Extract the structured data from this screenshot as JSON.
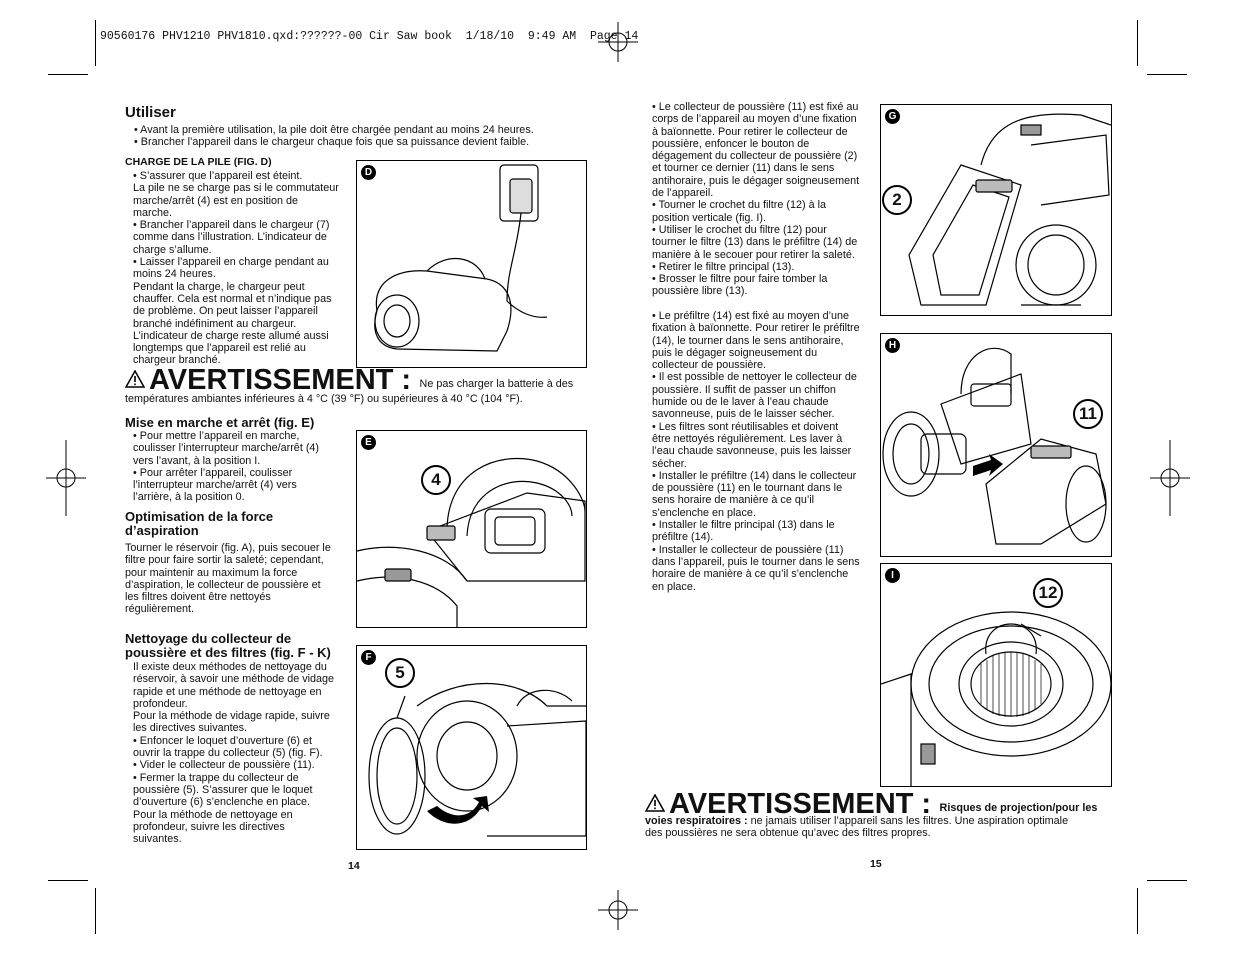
{
  "slug": "90560176 PHV1210 PHV1810.qxd:??????-00 Cir Saw book  1/18/10  9:49 AM  Page 14",
  "left": {
    "title": "Utiliser",
    "intro": [
      "• Avant la première utilisation, la pile doit être chargée pendant au moins 24 heures.",
      "• Brancher l’appareil dans le chargeur chaque fois que sa puissance devient faible."
    ],
    "charge_heading": "CHARGE DE LA PILE (FIG. D)",
    "charge": [
      "• S’assurer que l’appareil est éteint.",
      "La pile ne se charge pas si le commutateur",
      "marche/arrêt (4) est en position de",
      "marche.",
      "• Brancher l’appareil dans le chargeur (7)",
      "comme dans l’illustration. L’indicateur de",
      "charge s’allume.",
      "• Laisser l’appareil en charge pendant au",
      "moins 24 heures.",
      "Pendant la charge, le chargeur peut",
      "chauffer. Cela est normal et n’indique pas",
      "de problème. On peut laisser l’appareil",
      "branché indéfiniment au chargeur.",
      "L’indicateur de charge reste allumé aussi",
      "longtemps que l’appareil est relié au",
      "chargeur branché."
    ],
    "warning_word": "AVERTISSEMENT :",
    "warning_text_1": "Ne pas charger la batterie à des",
    "warning_text_2": "températures ambiantes inférieures à 4 °C (39 °F) ou supérieures à 40 °C (104 °F).",
    "onoff_heading": "Mise en marche et arrêt (fig. E)",
    "onoff": [
      "• Pour mettre l’appareil en marche,",
      "coulisser l’interrupteur marche/arrêt (4)",
      "vers l’avant, à la position I.",
      "• Pour arrêter l’appareil, coulisser",
      "l’interrupteur marche/arrêt (4) vers",
      "l’arrière, à la position 0."
    ],
    "optim_heading_1": "Optimisation de la force",
    "optim_heading_2": "d’aspiration",
    "optim": [
      "Tourner le réservoir (fig. A), puis secouer le",
      "filtre pour faire sortir la saleté; cependant,",
      "pour maintenir au maximum la force",
      "d’aspiration, le collecteur de poussière et",
      "les filtres doivent être nettoyés",
      "régulièrement."
    ],
    "clean_heading_1": "Nettoyage du collecteur de",
    "clean_heading_2": "poussière et des filtres (fig. F - K)",
    "clean": [
      "Il existe deux méthodes de nettoyage du",
      "réservoir, à savoir une méthode de vidage",
      "rapide et une méthode de nettoyage en",
      "profondeur.",
      " Pour la méthode de vidage rapide, suivre",
      "les directives suivantes.",
      "• Enfoncer le loquet d’ouverture (6) et",
      "ouvrir la trappe du collecteur (5) (fig. F).",
      "• Vider le collecteur de poussière (11).",
      "• Fermer la trappe du collecteur de",
      "poussière (5). S’assurer que le loquet",
      "d’ouverture (6) s’enclenche en place.",
      "Pour la méthode de nettoyage en",
      "profondeur, suivre les directives",
      "suivantes."
    ],
    "page_number": "14"
  },
  "right": {
    "col1": [
      "• Le collecteur de poussière (11) est fixé au",
      "corps de l’appareil au moyen d’une fixation",
      "à baïonnette. Pour retirer le collecteur de",
      "poussière, enfoncer le bouton de",
      "dégagement du collecteur de poussière (2)",
      "et tourner ce dernier (11) dans le sens",
      "antihoraire, puis le dégager soigneusement",
      "de l’appareil.",
      "• Tourner le crochet du filtre (12) à la",
      "position verticale (fig. I).",
      "• Utiliser le crochet du filtre (12) pour",
      "tourner le filtre (13) dans le préfiltre (14) de",
      "manière à le secouer pour retirer la saleté.",
      "• Retirer le filtre principal (13).",
      "• Brosser le filtre pour faire tomber la",
      "poussière libre (13)."
    ],
    "col2": [
      "• Le préfiltre (14) est fixé au moyen d’une",
      "fixation à baïonnette. Pour retirer le préfiltre",
      "(14), le tourner dans le sens antihoraire,",
      "puis le dégager soigneusement du",
      "collecteur de poussière.",
      "• Il est possible de nettoyer le collecteur de",
      "poussière. Il suffit de passer un chiffon",
      "humide ou de le laver à l’eau chaude",
      "savonneuse, puis de le laisser sécher.",
      "•  Les filtres sont réutilisables et doivent",
      "être nettoyés régulièrement. Les laver à",
      "l’eau chaude savonneuse, puis les laisser",
      "sécher.",
      "• Installer le préfiltre (14) dans le collecteur",
      "de poussière (11) en le tournant dans le",
      "sens horaire de manière à ce qu’il",
      "s’enclenche en place.",
      "• Installer le filtre principal (13) dans le",
      "préfiltre (14).",
      "• Installer le collecteur de poussière (11)",
      "dans l’appareil, puis le tourner dans le sens",
      "horaire de manière à ce qu’il s’enclenche",
      "en place."
    ],
    "warning_word": "AVERTISSEMENT :",
    "warning_bold_1": "Risques de projection/pour les",
    "warning_bold_2": "voies respiratoires :",
    "warning_text_2": " ne jamais utiliser l’appareil sans les filtres. Une aspiration optimale",
    "warning_text_3": "des poussières ne sera obtenue qu’avec des filtres propres.",
    "page_number": "15"
  },
  "figures": {
    "d": {
      "tag": "D"
    },
    "e": {
      "tag": "E",
      "callout": "4"
    },
    "f": {
      "tag": "F",
      "callout": "5"
    },
    "g": {
      "tag": "G",
      "callout": "2"
    },
    "h": {
      "tag": "H",
      "callout": "11"
    },
    "i": {
      "tag": "I",
      "callout": "12"
    }
  }
}
